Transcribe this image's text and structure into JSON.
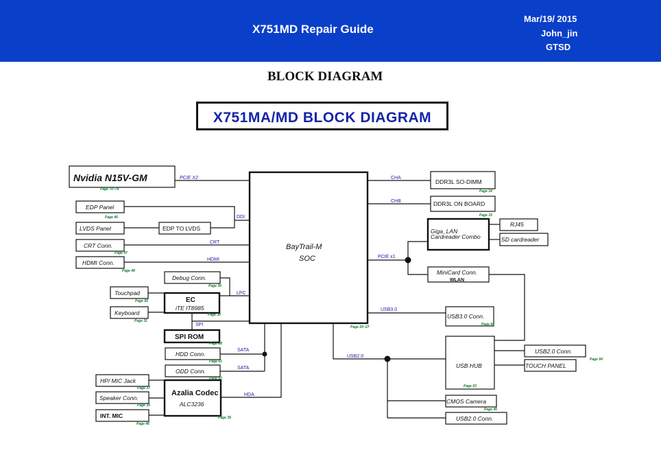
{
  "header": {
    "title": "X751MD Repair Guide",
    "date": "Mar/19/ 2015",
    "author": "John_jin",
    "dept": "GTSD"
  },
  "page_heading": "BLOCK DIAGRAM",
  "diagram_title": "X751MA/MD BLOCK DIAGRAM",
  "soc": {
    "line1": "BayTrail-M",
    "line2": "SOC"
  },
  "blocks": {
    "gpu": "Nvidia N15V-GM",
    "edp": "EDP Panel",
    "lvds": "LVDS Panel",
    "edp_to_lvds": "EDP TO LVDS",
    "crt": "CRT Conn.",
    "hdmi": "HDMI Conn.",
    "debug": "Debug Conn.",
    "touchpad": "Touchpad",
    "keyboard": "Keyboard",
    "ec_line1": "EC",
    "ec_line2": "iTE IT8985",
    "spi_rom": "SPI ROM",
    "hdd": "HDD Conn.",
    "odd": "ODD Conn.",
    "hp_mic": "HP/ MIC Jack",
    "speaker": "Speaker Conn.",
    "int_mic": "INT. MIC",
    "codec_line1": "Azalia Codec",
    "codec_line2": "ALC3236",
    "ddr_sodimm": "DDR3L SO-DIMM",
    "ddr_onboard": "DDR3L ON BOARD",
    "lan_line1": "Giga_LAN",
    "lan_line2": "Cardreader Combo",
    "rj45": "RJ45",
    "sd": "SD cardreader",
    "minicard_line1": "MiniCard Conn.",
    "minicard_line2": "WLAN",
    "usb30": "USB3.0 Conn.",
    "usbhub": "USB HUB",
    "usb20_a": "USB2.0 Conn.",
    "touchpanel": "TOUCH PANEL",
    "cmos": "CMOS Camera",
    "usb20_b": "USB2.0 Conn."
  },
  "buses": {
    "pcie_x2": "PCIE X2",
    "ddi": "DDI",
    "crt": "CRT",
    "hdmi": "HDMI",
    "lpc": "LPC",
    "spi": "SPI",
    "sata1": "SATA",
    "sata2": "SATA",
    "hda": "HDA",
    "cha": "CHA",
    "chb": "CHB",
    "pcie_x1": "PCIE x1",
    "usb30": "USB3.0",
    "usb20": "USB2.0"
  },
  "pages": {
    "gpu": "Page 70~78",
    "edp": "Page 46",
    "crt": "Page 47",
    "hdmi": "Page 48",
    "debug": "Page 36",
    "touchpad": "Page 65",
    "keyboard": "Page 31",
    "ec": "Page 30",
    "spi": "Page 28",
    "hdd": "Page 61",
    "odd": "Page 62",
    "hp_mic": "Page 37",
    "speaker": "Page 35",
    "int_mic": "Page 46",
    "codec": "Page 35",
    "soc": "Page 20~27",
    "ddr_sodimm": "Page 14",
    "ddr_onboard": "Page 15",
    "usb30": "Page 64",
    "usbhub": "Page 63",
    "usb20_a": "Page 64",
    "cmos": "Page 46"
  }
}
